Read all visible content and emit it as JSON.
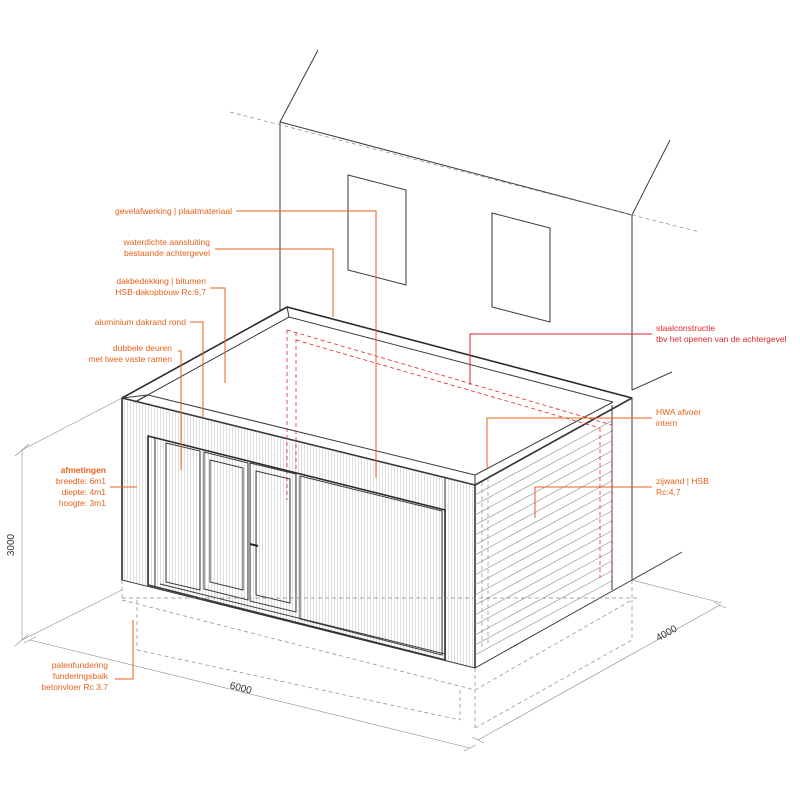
{
  "labels": {
    "gevelafwerking": "gevelafwerking | plaatmateriaal",
    "waterdicht_1": "waterdichte aansluiting",
    "waterdicht_2": "bestaande achtergevel",
    "dakbedekking_1": "dakbedekking | bitumen",
    "dakbedekking_2": "HSB-dakopbouw Rc:6,7",
    "dakrand": "aluminium dakrand rond",
    "deuren_1": "dubbele deuren",
    "deuren_2": "met twee vaste ramen",
    "afmetingen_title": "afmetingen",
    "breedte": "breedte: 6m1",
    "diepte": "diepte: 4m1",
    "hoogte": "hoogte: 3m1",
    "staal_1": "staalconstructie",
    "staal_2": "tbv het openen van de achtergevel",
    "hwa_1": "HWA afvoer",
    "hwa_2": "intern",
    "zijwand_1": "zijwand | HSB",
    "zijwand_2": "Rc:4,7",
    "fundering_1": "palenfundering",
    "fundering_2": "funderingsbalk",
    "fundering_3": "betonvloer Rc 3.7"
  },
  "dimensions": {
    "height": "3000",
    "width": "6000",
    "depth": "4000"
  },
  "colors": {
    "label_orange": "#e8611a",
    "label_red": "#e2262b",
    "line_dark": "#2a2a2a",
    "glass": "#e8e8e8"
  }
}
